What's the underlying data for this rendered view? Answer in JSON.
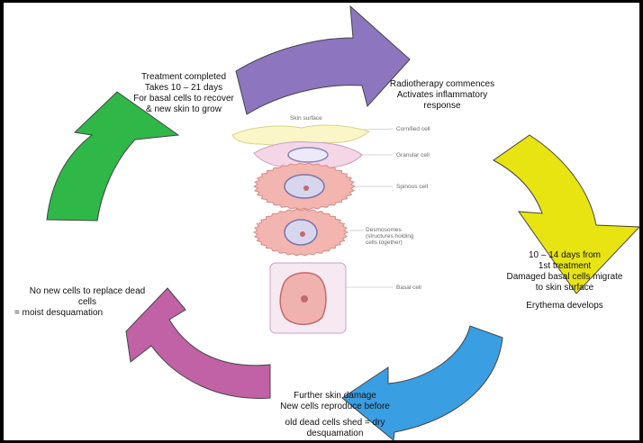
{
  "colors": {
    "purple": "#8d75c0",
    "yellow": "#e8e412",
    "blue": "#3a9ee3",
    "magenta": "#c062a5",
    "green": "#2fb848",
    "cell_fill": "#f2b5b0",
    "cell_edge": "#d98a86",
    "nucleus": "#d8d6ee"
  },
  "icons": [
    "purple-curved-arrow-icon",
    "yellow-curved-arrow-icon",
    "blue-curved-arrow-icon",
    "magenta-curved-arrow-icon",
    "green-curved-arrow-icon"
  ],
  "stages": {
    "radiotherapy": [
      "Radiotherapy commences",
      "Activates inflammatory",
      "response"
    ],
    "erythema": [
      "10 – 14 days from",
      "1st treatment",
      "Damaged basal cells migrate",
      "to skin surface",
      "",
      "Erythema develops"
    ],
    "dry": [
      "Further skin damage",
      "New cells reproduce before",
      "",
      "old dead cells shed = dry",
      "desquamation"
    ],
    "moist": [
      "No new cells to replace dead",
      "cells",
      "= moist desquamation"
    ],
    "recovery": [
      "Treatment completed",
      "Takes 10 – 21 days",
      "For basal cells to recover",
      "& new skin to grow"
    ]
  },
  "skin_labels": {
    "skin_surface": "Skin surface",
    "cornified": "Cornified cell",
    "granular": "Granular cell",
    "spinous": "Spinous cell",
    "desmosomes": [
      "Desmosomes",
      "(structures holding",
      "cells together)"
    ],
    "basal": "Basal cell"
  }
}
